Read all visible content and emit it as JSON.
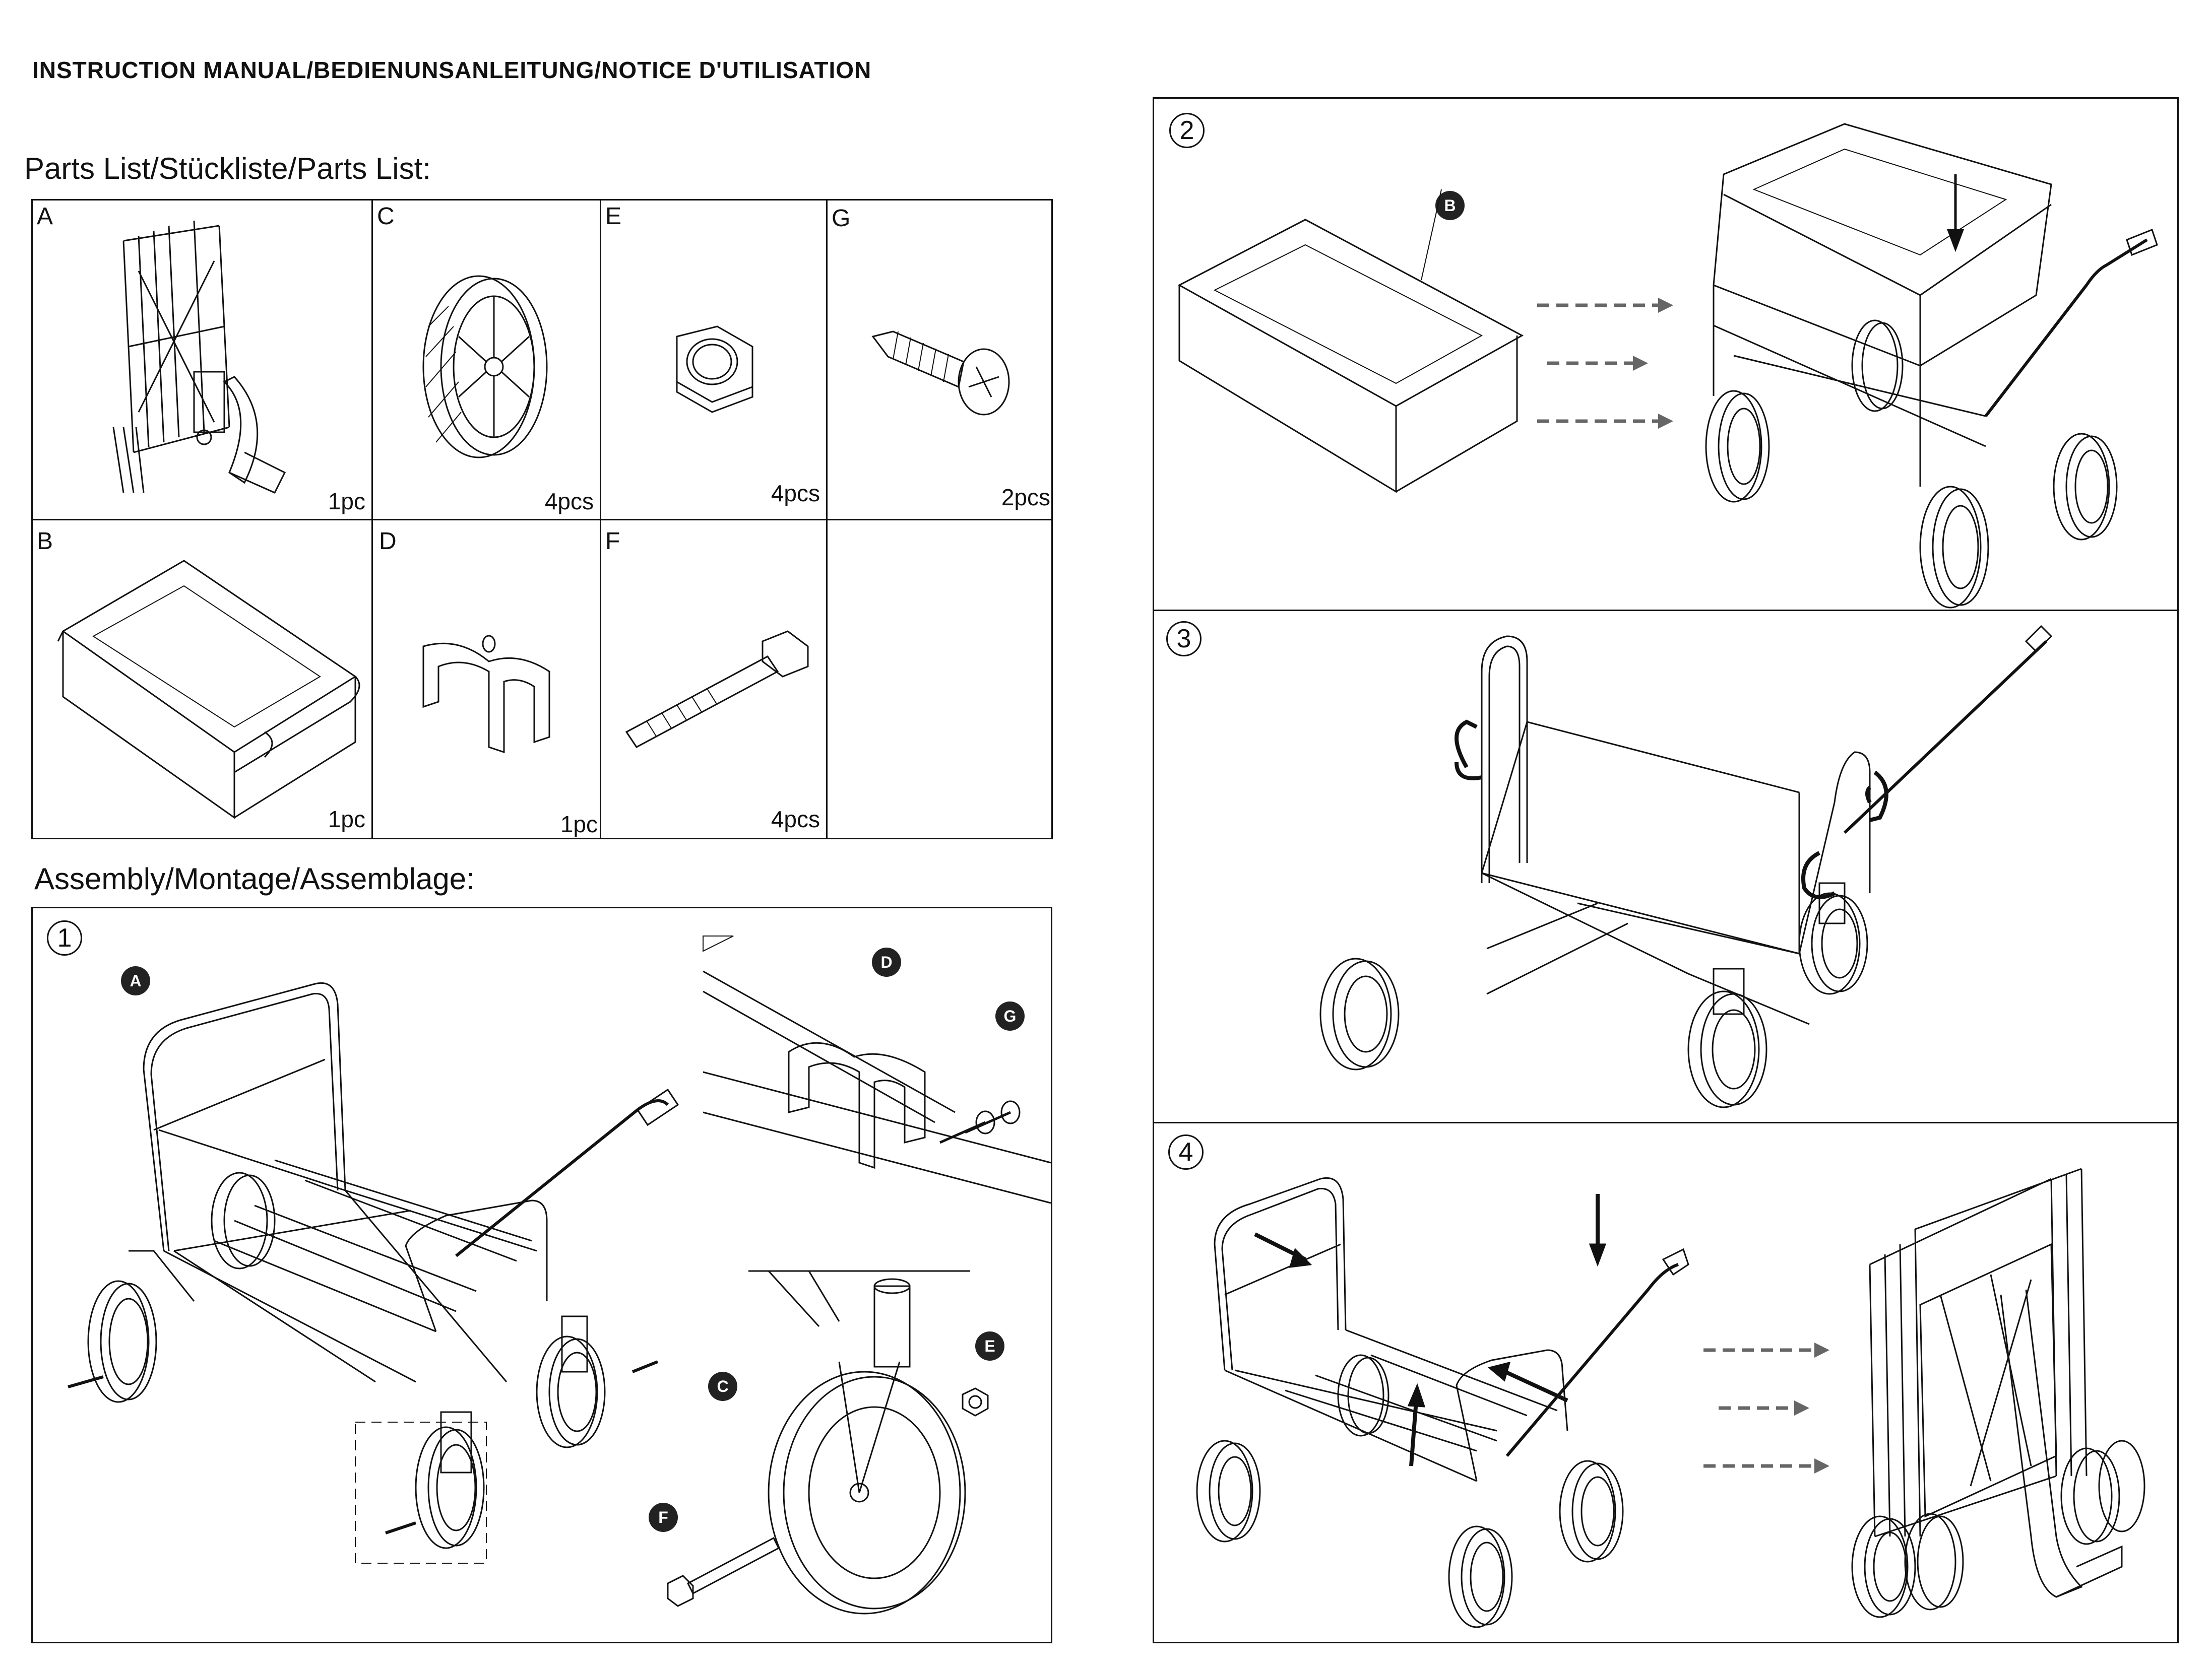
{
  "header": {
    "title": "INSTRUCTION MANUAL/BEDIENUNSANLEITUNG/NOTICE D'UTILISATION"
  },
  "parts": {
    "heading": "Parts List/Stückliste/Parts List:",
    "items": [
      {
        "letter": "A",
        "qty": "1pc"
      },
      {
        "letter": "C",
        "qty": "4pcs"
      },
      {
        "letter": "E",
        "qty": "4pcs"
      },
      {
        "letter": "G",
        "qty": "2pcs"
      },
      {
        "letter": "B",
        "qty": "1pc"
      },
      {
        "letter": "D",
        "qty": "1pc"
      },
      {
        "letter": "F",
        "qty": "4pcs"
      }
    ]
  },
  "assembly": {
    "heading": "Assembly/Montage/Assemblage:"
  },
  "steps": [
    {
      "number": "1",
      "callouts": [
        "A",
        "D",
        "G",
        "C",
        "E",
        "F"
      ]
    },
    {
      "number": "2",
      "callouts": [
        "B"
      ]
    },
    {
      "number": "3"
    },
    {
      "number": "4"
    }
  ],
  "icons": {
    "wagon": "folding-wagon",
    "wheel": "wheel-icon",
    "nut": "hex-nut-icon",
    "screw": "screw-icon",
    "fabric": "fabric-basket-icon",
    "clip": "clip-icon",
    "bolt": "bolt-icon",
    "arrow": "dashed-arrow-icon"
  },
  "colors": {
    "line": "#111111",
    "callout": "#222222",
    "dashed": "#666666"
  }
}
